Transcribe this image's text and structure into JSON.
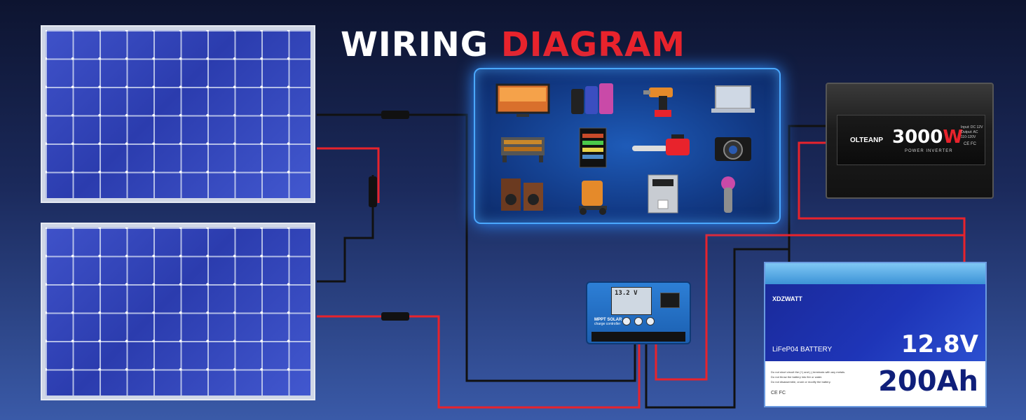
{
  "title": {
    "word1": "WIRING",
    "word2": "DIAGRAM"
  },
  "colors": {
    "positive_wire": "#e8232c",
    "negative_wire": "#111111",
    "accent_red": "#e8232c",
    "glow_blue": "#2f8cff"
  },
  "solar_panels": {
    "count": 2
  },
  "appliances": {
    "icons": [
      "tv-icon",
      "phones-icon",
      "drill-icon",
      "laptop-icon",
      "grill-icon",
      "fridge-icon",
      "chainsaw-icon",
      "camera-icon",
      "speakers-icon",
      "pressure-washer-icon",
      "coffee-machine-icon",
      "hair-dryer-icon"
    ]
  },
  "inverter": {
    "brand": "OLTEANP",
    "watt_number": "3000",
    "watt_unit": "W",
    "subtitle": "POWER INVERTER",
    "spec_input": "Input: DC 12V",
    "spec_output": "Output: AC 110-120V",
    "certs": "CE FC"
  },
  "controller": {
    "label_line1": "MPPT SOLAR",
    "label_line2": "charge controller",
    "screen_text": "13.2 V"
  },
  "battery": {
    "brand": "XDZWATT",
    "type": "LiFeP04 BATTERY",
    "voltage": "12.8V",
    "capacity": "200Ah",
    "warning_1": "Do not short circuit the (+) and (-) terminals with any metals.",
    "warning_2": "Do not throw the battery into fire or water.",
    "warning_3": "Do not disassemble, crush or modify the battery.",
    "certs": "CE FC"
  }
}
